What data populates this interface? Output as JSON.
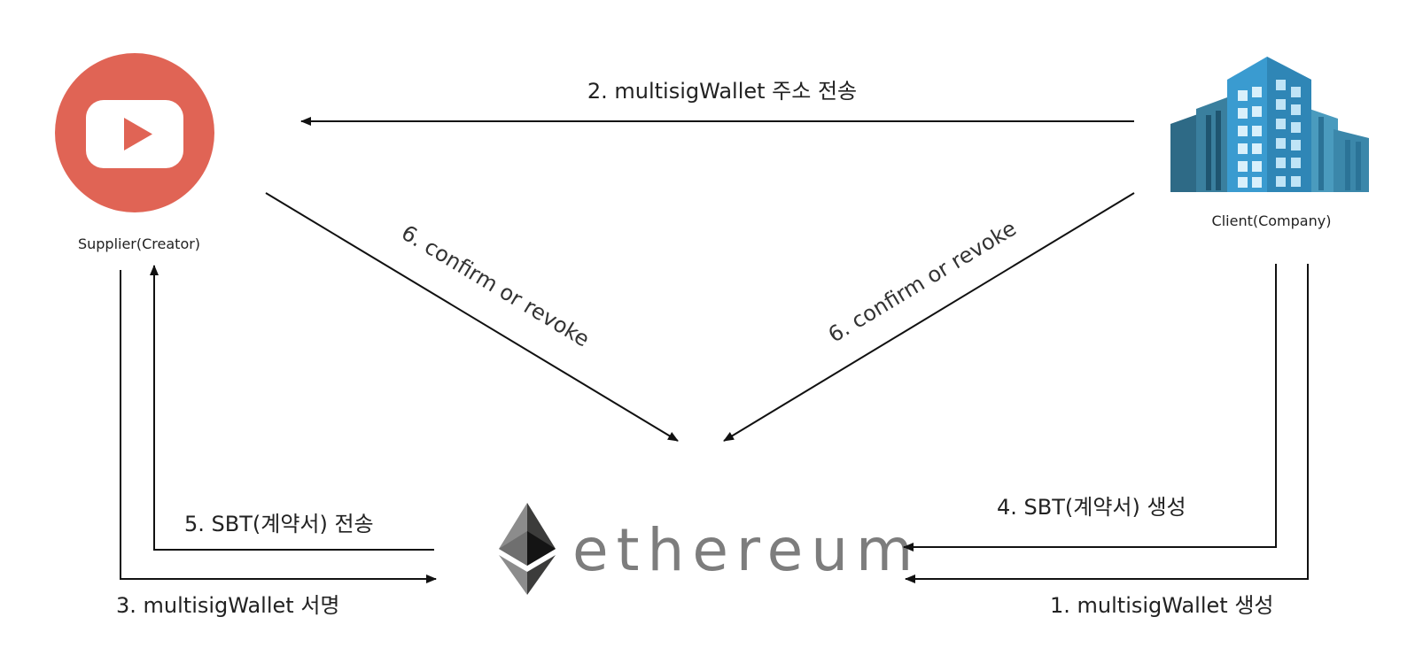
{
  "nodes": {
    "supplier": {
      "label": "Supplier(Creator)",
      "icon": "youtube-play-icon",
      "color": "#e06455"
    },
    "client": {
      "label": "Client(Company)",
      "icon": "office-building-icon",
      "color": "#3a8fb7"
    },
    "ethereum": {
      "wordmark": "ethereum",
      "icon": "ethereum-diamond-icon",
      "color": "#7d7d7d"
    }
  },
  "edges": [
    {
      "id": "step-1",
      "label": "1. multisigWallet 생성"
    },
    {
      "id": "step-2",
      "label": "2. multisigWallet 주소 전송"
    },
    {
      "id": "step-3",
      "label": "3. multisigWallet 서명"
    },
    {
      "id": "step-4",
      "label": "4. SBT(계약서) 생성"
    },
    {
      "id": "step-5",
      "label": "5. SBT(계약서) 전송"
    },
    {
      "id": "step-6-supplier",
      "label": "6. confirm or revoke"
    },
    {
      "id": "step-6-client",
      "label": "6. confirm or revoke"
    }
  ]
}
